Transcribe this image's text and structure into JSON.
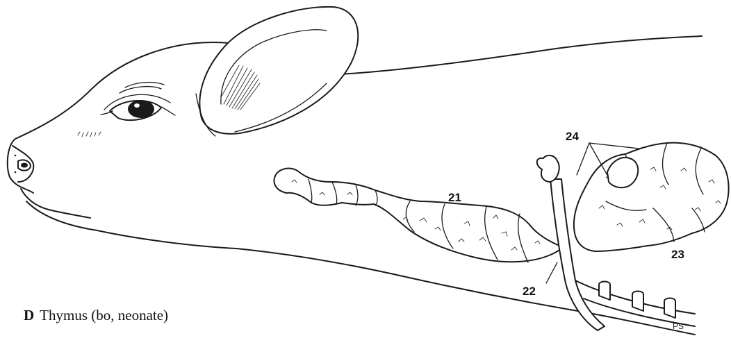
{
  "figure": {
    "caption": {
      "letter": "D",
      "text": "Thymus (bo, neonate)"
    },
    "labels": {
      "l21": "21",
      "l22": "22",
      "l23": "23",
      "l24": "24"
    },
    "signature": "PS",
    "colors": {
      "ink": "#1a1a1a",
      "paper": "#ffffff"
    }
  }
}
